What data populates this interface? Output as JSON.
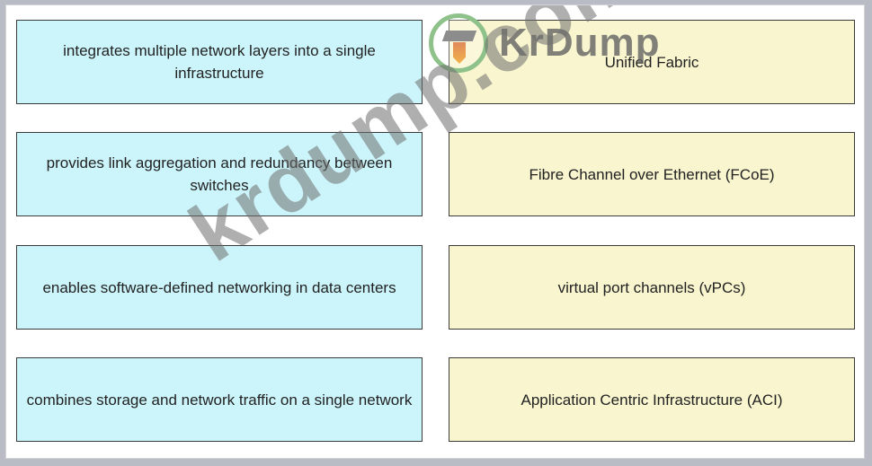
{
  "descriptions": [
    "integrates multiple network layers into a single infrastructure",
    "provides link aggregation and redundancy between switches",
    "enables software-defined networking in data centers",
    "combines storage and network traffic on a single network"
  ],
  "terms": [
    "Unified Fabric",
    "Fibre Channel over Ethernet (FCoE)",
    "virtual port channels (vPCs)",
    "Application Centric Infrastructure (ACI)"
  ],
  "logo": {
    "text": "KrDump"
  },
  "watermark": {
    "text": "krdump.com"
  },
  "colors": {
    "left_box": "#ccf5fb",
    "right_box": "#f8f5cf",
    "border": "#3a3a3a",
    "outer": "#b9bcc4"
  }
}
